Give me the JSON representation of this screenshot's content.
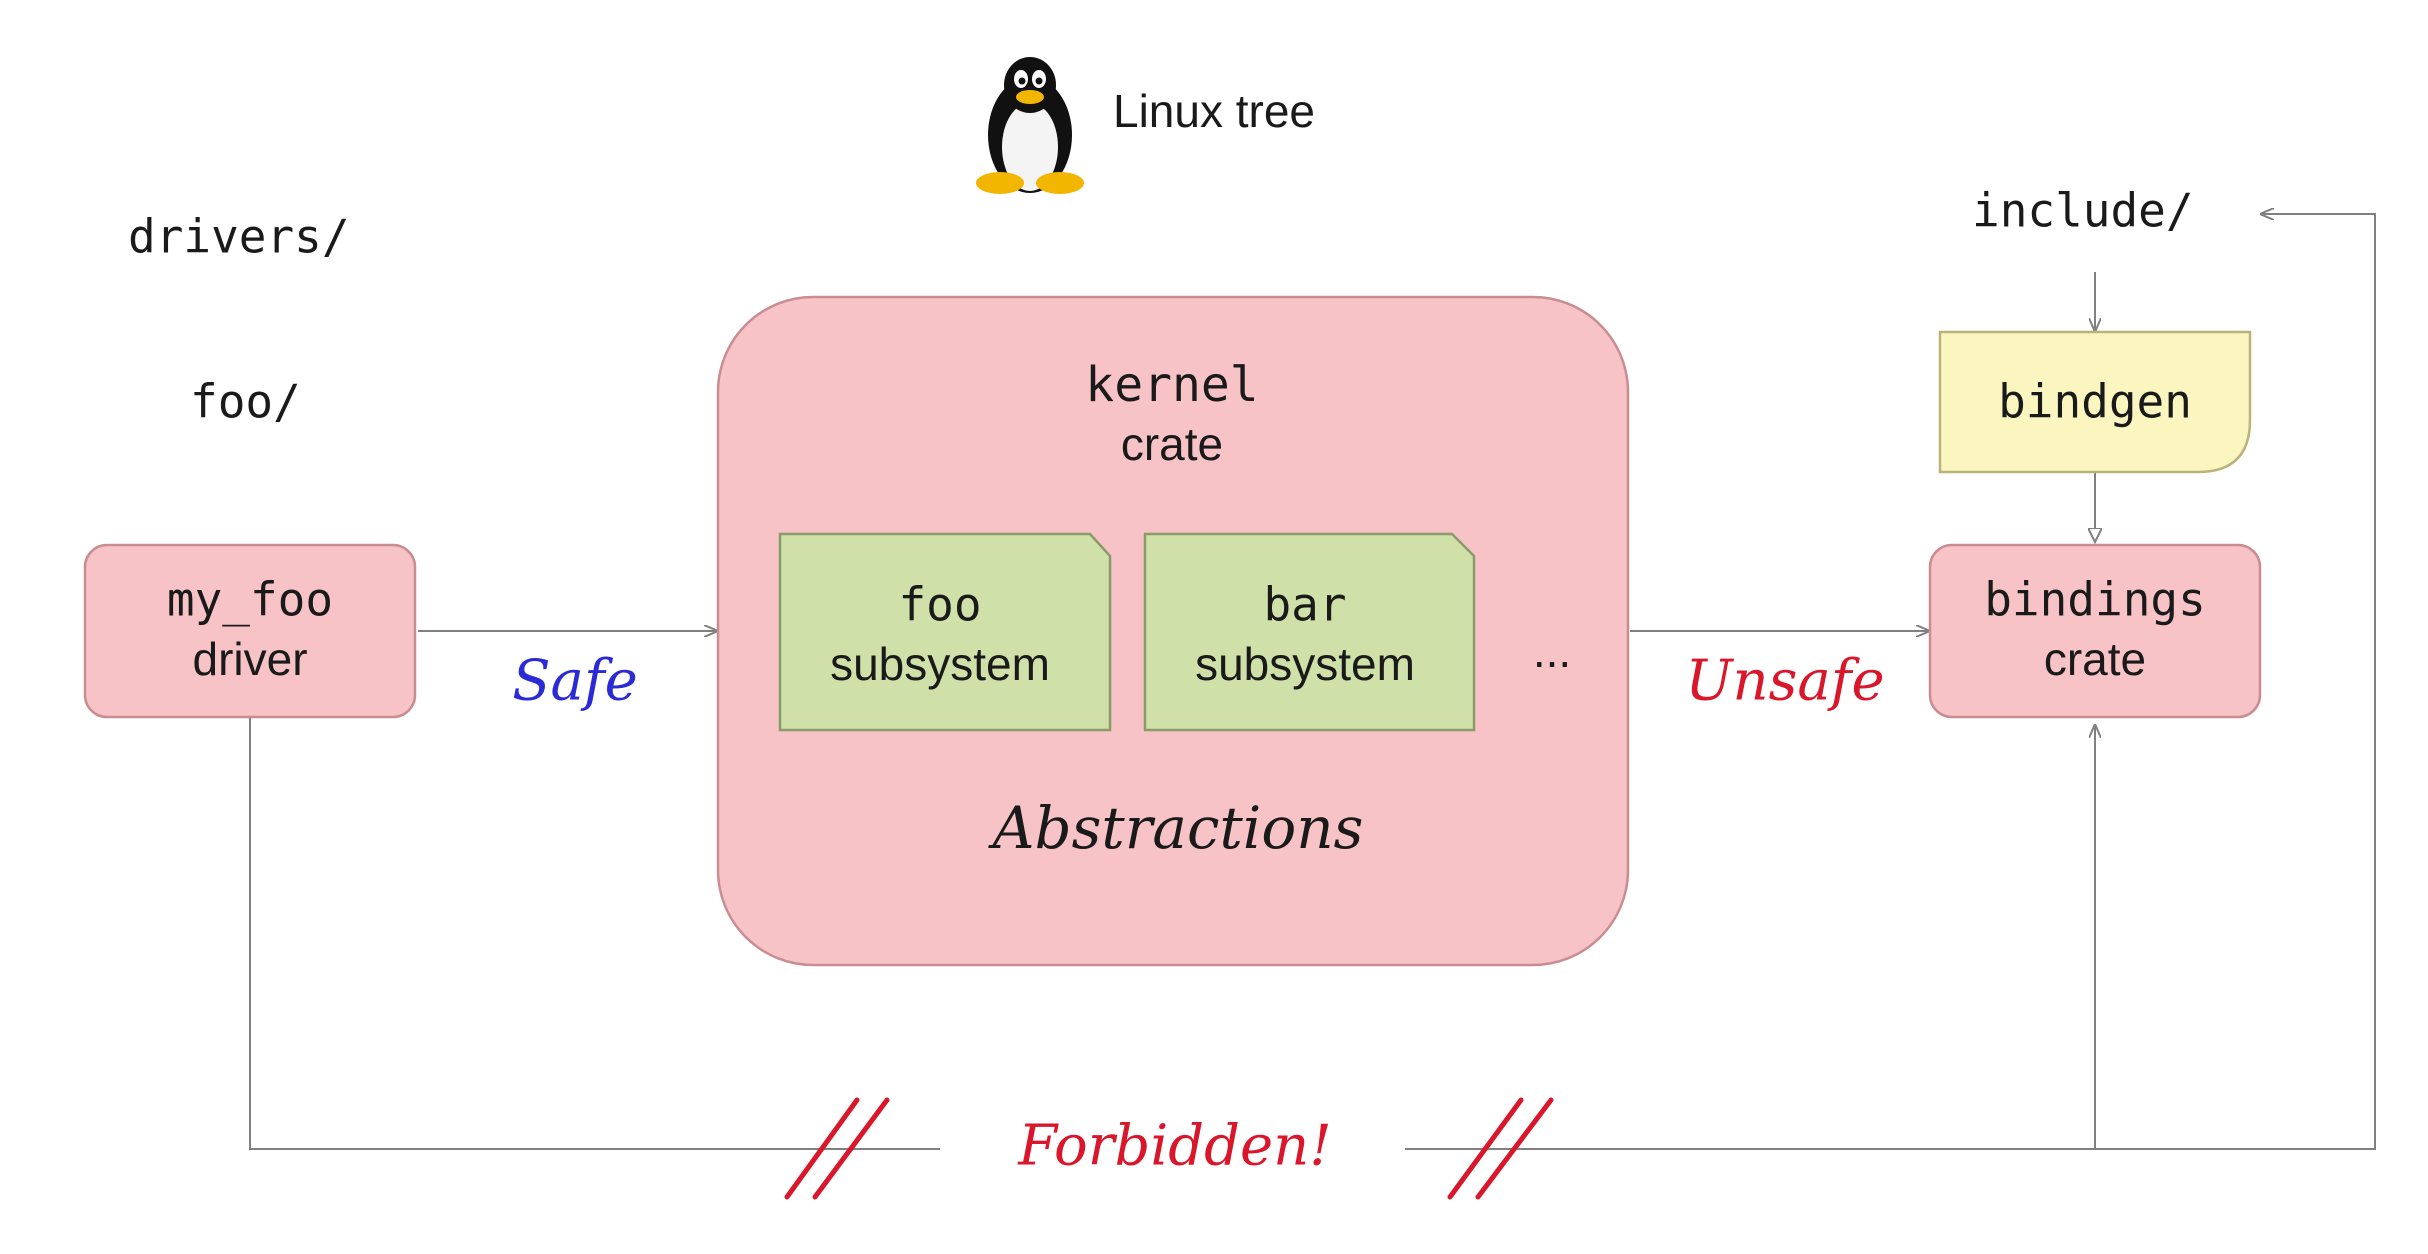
{
  "header": {
    "logo_icon": "tux-penguin-icon",
    "title": "Linux tree"
  },
  "tree": {
    "drivers_dir": "drivers/",
    "foo_dir": "foo/",
    "include_dir": "include/"
  },
  "driver": {
    "line1": "my_foo",
    "line2": "driver"
  },
  "kernel": {
    "line1": "kernel",
    "line2": "crate",
    "footer": "Abstractions",
    "subsystems": [
      {
        "line1": "foo",
        "line2": "subsystem"
      },
      {
        "line1": "bar",
        "line2": "subsystem"
      }
    ],
    "ellipsis": "..."
  },
  "bindgen": {
    "label": "bindgen"
  },
  "bindings": {
    "line1": "bindings",
    "line2": "crate"
  },
  "labels": {
    "safe": "Safe",
    "unsafe": "Unsafe",
    "forbidden": "Forbidden!"
  },
  "colors": {
    "pink_box": "#f7c3c6",
    "pink_border": "#c98d91",
    "green_box": "#cfe0a9",
    "green_border": "#8a9b6a",
    "yellow_box": "#fbf6c0",
    "yellow_border": "#b9b37a",
    "arrow": "#808080",
    "safe_blue": "#2a2ad6",
    "unsafe_red": "#d9162a"
  }
}
